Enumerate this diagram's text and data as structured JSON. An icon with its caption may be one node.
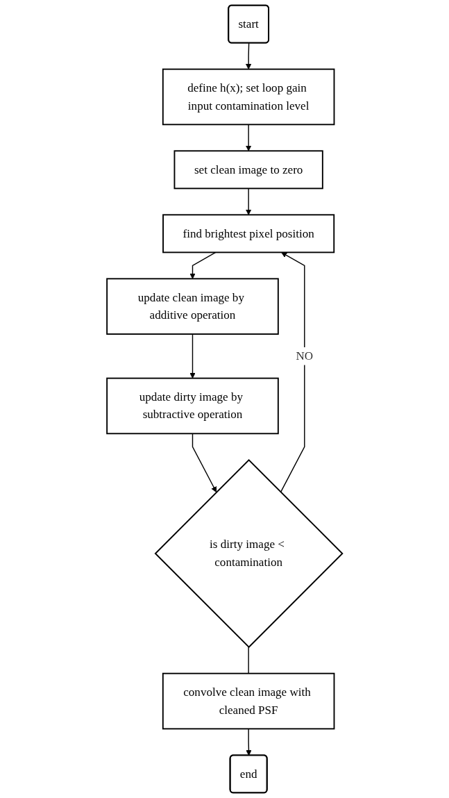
{
  "diagram": {
    "nodes": [
      {
        "text": [
          "start"
        ]
      },
      {
        "text": [
          "define h(x); set loop gain input contamination level"
        ]
      },
      {
        "text": [
          "set clean image to zero"
        ]
      },
      {
        "text": [
          "find brightest pixel position"
        ]
      },
      {
        "text": [
          "update clean image by additive operation"
        ]
      },
      {
        "text": [
          "update dirty image by subtractive operation"
        ]
      },
      {
        "text": [
          "is dirty image < contamination"
        ]
      },
      {
        "text": [
          "convolve clean image with cleaned PSF"
        ]
      },
      {
        "text": [
          "end"
        ]
      }
    ],
    "edges": [
      {
        "from": 0,
        "to": 1,
        "arrow": "to"
      },
      {
        "from": 1,
        "to": 2,
        "arrow": "to"
      },
      {
        "from": 2,
        "to": 3,
        "arrow": "to"
      },
      {
        "from": 3,
        "to": 4,
        "arrow": "to"
      },
      {
        "from": 4,
        "to": 5,
        "arrow": "to"
      },
      {
        "from": 5,
        "to": 6,
        "arrow": "to"
      },
      {
        "from": 6,
        "to": 3,
        "arrow": "to",
        "label": "NO"
      },
      {
        "from": 6,
        "to": 7,
        "arrow": "none"
      },
      {
        "from": 7,
        "to": 8,
        "arrow": "to"
      }
    ]
  }
}
